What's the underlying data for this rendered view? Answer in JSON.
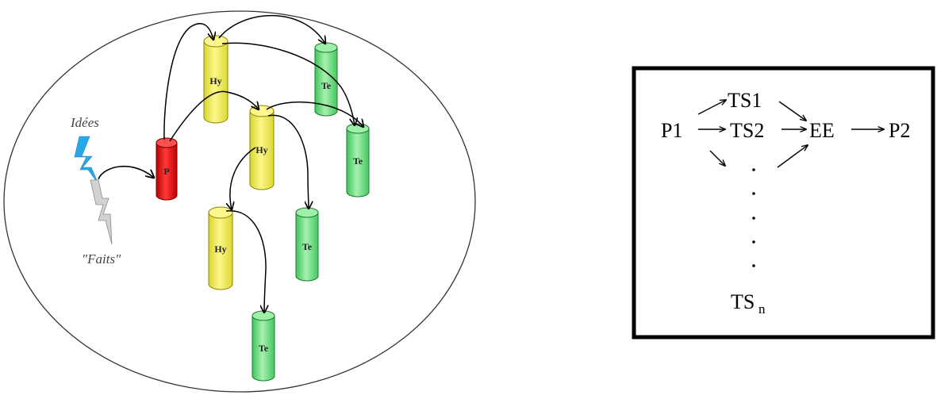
{
  "left_figure": {
    "ideas_label": "Idées",
    "facts_label": "\"Faits\"",
    "problem_label": "P",
    "hypothesis_label": "Hy",
    "test_label": "Te"
  },
  "schema": {
    "p1": "P1",
    "ts1": "TS1",
    "ts2": "TS2",
    "ee": "EE",
    "p2": "P2",
    "tsn_base": "TS",
    "tsn_sub": "n"
  },
  "colors": {
    "problem": "#ee1c1c",
    "hypothesis": "#f5f060",
    "test": "#66e07a",
    "lightning_blue": "#29a8e8",
    "lightning_grey": "#c8c8c8"
  }
}
